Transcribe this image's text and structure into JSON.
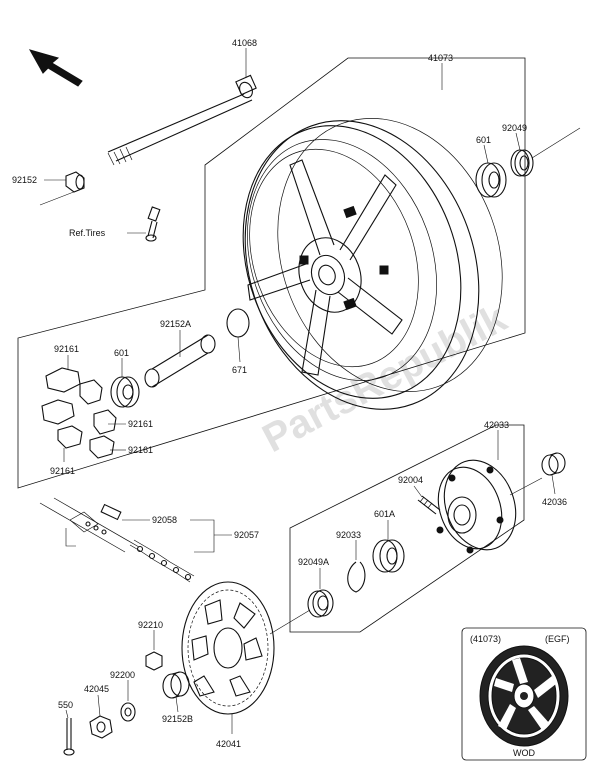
{
  "watermark": "PartsRepublik",
  "labels": {
    "p41068": "41068",
    "p41073": "41073",
    "p92152": "92152",
    "ref_tires": "Ref.Tires",
    "p601_top": "601",
    "p92049": "92049",
    "p92152A": "92152A",
    "p671": "671",
    "p92161_a": "92161",
    "p601_left": "601",
    "p92161_b": "92161",
    "p92161_c": "92161",
    "p92161_d": "92161",
    "p42033": "42033",
    "p92004": "92004",
    "p42036": "42036",
    "p601A": "601A",
    "p92058": "92058",
    "p92057": "92057",
    "p92033": "92033",
    "p92049A": "92049A",
    "p92210": "92210",
    "p92200": "92200",
    "p550": "550",
    "p42045": "42045",
    "p92152B": "92152B",
    "p42041": "42041"
  },
  "inset": {
    "part_ref": "(41073)",
    "variant": "(EGF)",
    "color_code": "WOD"
  },
  "colors": {
    "line": "#111111",
    "watermark": "#c8c8c8"
  }
}
